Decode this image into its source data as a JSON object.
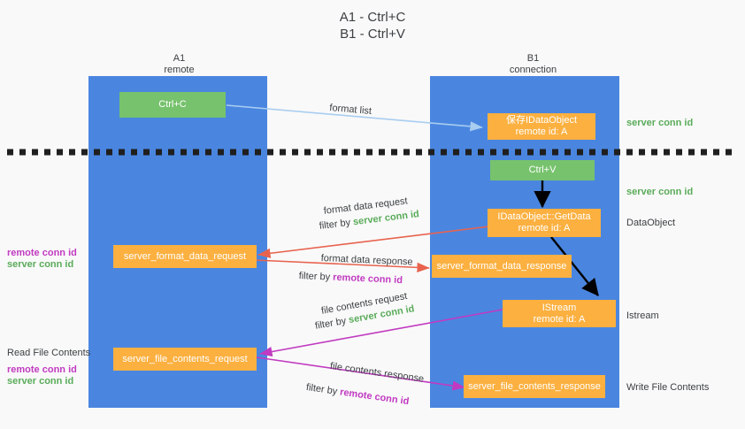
{
  "title": "A1 - Ctrl+C\nB1 - Ctrl+V",
  "columns": [
    {
      "name": "col-a1",
      "label": "A1\nremote"
    },
    {
      "name": "col-b1",
      "label": "B1\nconnection"
    }
  ],
  "nodes": {
    "ctrl_c": "Ctrl+C",
    "ctrl_v": "Ctrl+V",
    "save_dataobject": "保存IDataObject\nremote id: A",
    "getdata": "IDataObject::GetData\nremote id: A",
    "istream": "IStream\nremote id: A",
    "server_format_data_request": "server_format_data_request",
    "server_format_data_response": "server_format_data_response",
    "server_file_contents_request": "server_file_contents_request",
    "server_file_contents_response": "server_file_contents_response"
  },
  "right_annotations": [
    {
      "name": "server-conn-id-top",
      "text": "server conn id",
      "style": "green"
    },
    {
      "name": "server-conn-id-middle",
      "text": "server conn id",
      "style": "green"
    },
    {
      "name": "dataobject-label",
      "text": "DataObject",
      "style": "plain"
    },
    {
      "name": "istream-label",
      "text": "Istream",
      "style": "plain"
    },
    {
      "name": "write-file-contents",
      "text": "Write File Contents",
      "style": "plain"
    }
  ],
  "left_annotations": [
    {
      "name": "format-remote-conn-id",
      "text": "remote conn id",
      "style": "purple"
    },
    {
      "name": "format-server-conn-id",
      "text": "server conn id",
      "style": "green"
    },
    {
      "name": "read-file-contents",
      "text": "Read File Contents",
      "style": "plain"
    },
    {
      "name": "file-remote-conn-id",
      "text": "remote conn id",
      "style": "purple"
    },
    {
      "name": "file-server-conn-id",
      "text": "server conn id",
      "style": "green"
    }
  ],
  "edge_labels": {
    "format_list": "format list",
    "format_data_request": "format data request",
    "format_data_request_filter_pre": "filter by ",
    "format_data_request_filter_key": "server conn id",
    "format_data_response": "format data response",
    "format_data_response_filter_pre": "filter by ",
    "format_data_response_filter_key": "remote conn id",
    "file_contents_request": "file contents request",
    "file_contents_request_filter_pre": "filter by ",
    "file_contents_request_filter_key": "server conn id",
    "file_contents_response": "file contents response",
    "file_contents_response_filter_pre": "filter by ",
    "file_contents_response_filter_key": "remote conn id"
  },
  "colors": {
    "lane": "#4a86e0",
    "node_green": "#77c26d",
    "node_orange": "#fbb040",
    "arrow_light_blue": "#a9cdf0",
    "arrow_red": "#e8634f",
    "arrow_magenta": "#c13ac1",
    "arrow_black": "#000000",
    "divider": "#1f1f1f",
    "text_green": "#5aab5a",
    "text_purple": "#c13ac1",
    "background": "#f9f9f9"
  },
  "divider": {
    "name": "horizontal-dashed-divider"
  }
}
